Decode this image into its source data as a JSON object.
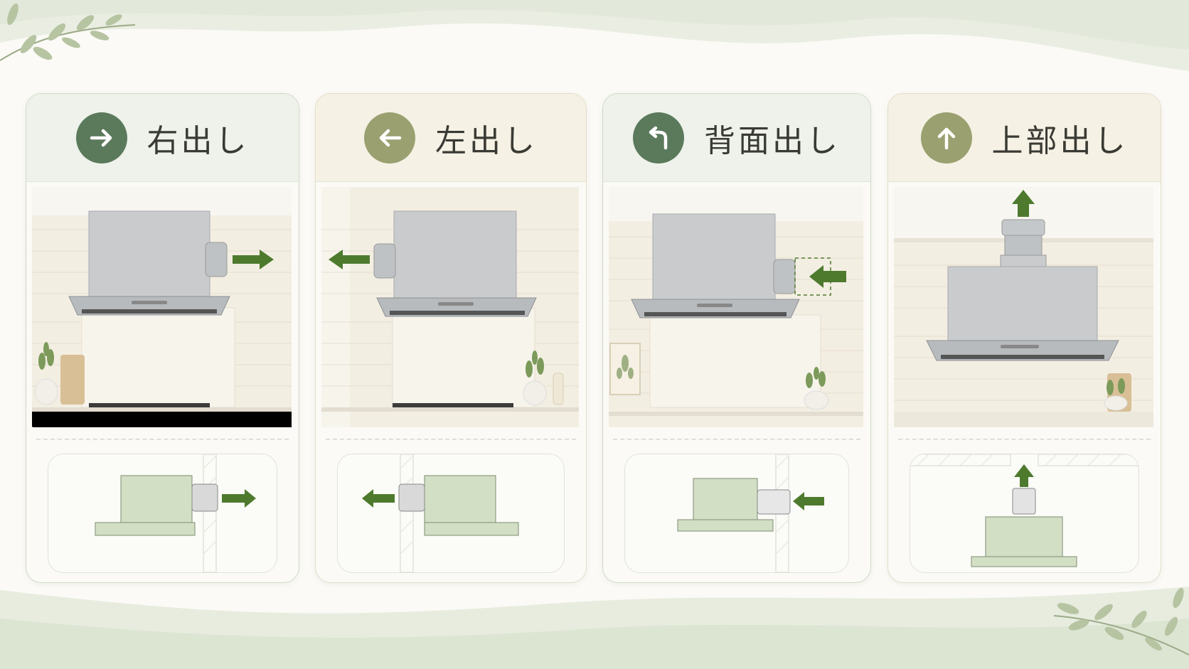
{
  "cards": [
    {
      "title": "右出し",
      "direction": "right",
      "icon": "arrow-right-icon",
      "accent": "#5b7a5c",
      "theme": "green"
    },
    {
      "title": "左出し",
      "direction": "left",
      "icon": "arrow-left-icon",
      "accent": "#9aa070",
      "theme": "tan"
    },
    {
      "title": "背面出し",
      "direction": "back",
      "icon": "arrow-u-turn-icon",
      "accent": "#5b7a5c",
      "theme": "green"
    },
    {
      "title": "上部出し",
      "direction": "up",
      "icon": "arrow-up-icon",
      "accent": "#9aa070",
      "theme": "tan"
    }
  ],
  "colors": {
    "arrow_green": "#4e7a2e",
    "diagram_fill": "#d3dfc4",
    "wall_tile": "#f2ede1",
    "hood_steel": "#c9cbcd"
  }
}
